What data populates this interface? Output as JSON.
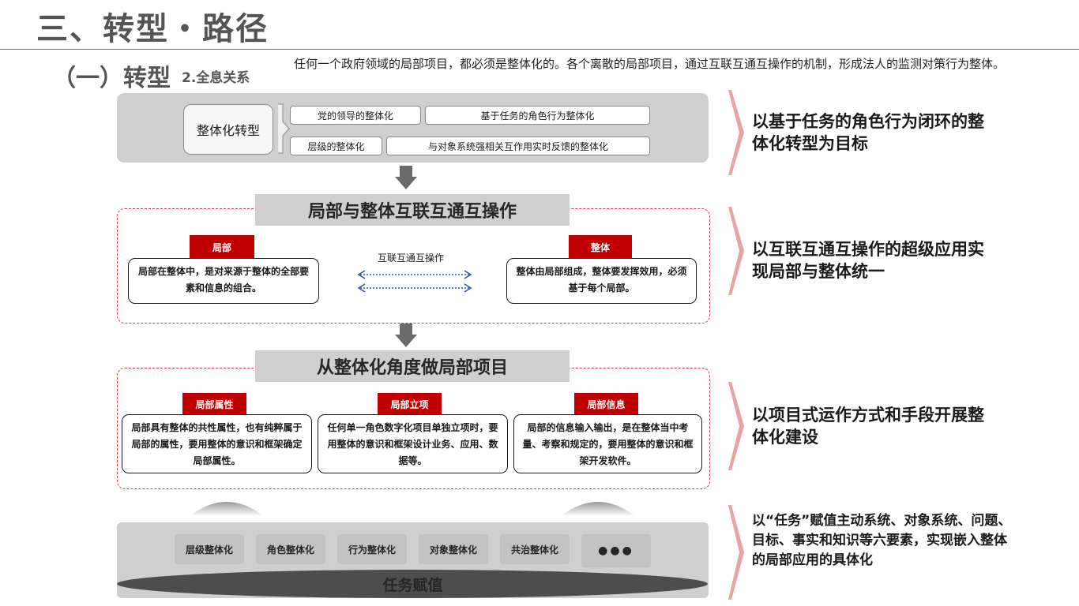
{
  "header": {
    "title": "三、转型・路径",
    "section_num": "（一）转型",
    "section_sub": "2.全息关系",
    "description": "任何一个政府领域的局部项目，都必须是整体化的。各个离散的局部项目，通过互联互通互操作的机制，形成法人的监测对策行为整体。"
  },
  "top": {
    "label": "整体化转型",
    "chips": [
      "党的领导的整体化",
      "基于任务的角色行为整体化",
      "层级的整体化",
      "与对象系统强相关互作用实时反馈的整体化"
    ]
  },
  "mid1": {
    "title": "局部与整体互联互通互操作",
    "left_label": "局部",
    "left_text": "局部在整体中，是对来源于整体的全部要素和信息的组合。",
    "center_text": "互联互通互操作",
    "right_label": "整体",
    "right_text": "整体由局部组成，整体要发挥效用，必须基于每个局部。"
  },
  "mid2": {
    "title": "从整体化角度做局部项目",
    "items": [
      {
        "label": "局部属性",
        "text": "局部具有整体的共性属性，也有纯粹属于局部的属性，要用整体的意识和框架确定局部属性。"
      },
      {
        "label": "局部立项",
        "text": "任何单一角色数字化项目单独立项时，要用整体的意识和框架设计业务、应用、数据等。"
      },
      {
        "label": "局部信息",
        "text": "局部的信息输入输出，是在整体当中考量、考察和规定的，要用整体的意识和框架开发软件。"
      }
    ]
  },
  "bottom": {
    "chips": [
      "层级整体化",
      "角色整体化",
      "行为整体化",
      "对象整体化",
      "共治整体化",
      "●●●"
    ],
    "base_label": "任务赋值"
  },
  "side": {
    "s1": "以基于任务的角色行为闭环的整体化转型为目标",
    "s2": "以互联互通互操作的超级应用实现局部与整体统一",
    "s3": "以项目式运作方式和手段开展整体化建设",
    "s4": "以“任务”赋值主动系统、对象系统、问题、目标、事实和知识等六要素，实现嵌入整体的局部应用的具体化"
  },
  "colors": {
    "accent": "#c00000",
    "panel": "#cfcfcf",
    "dashed": "#d23c3c",
    "arrow": "#6b6b6b"
  }
}
